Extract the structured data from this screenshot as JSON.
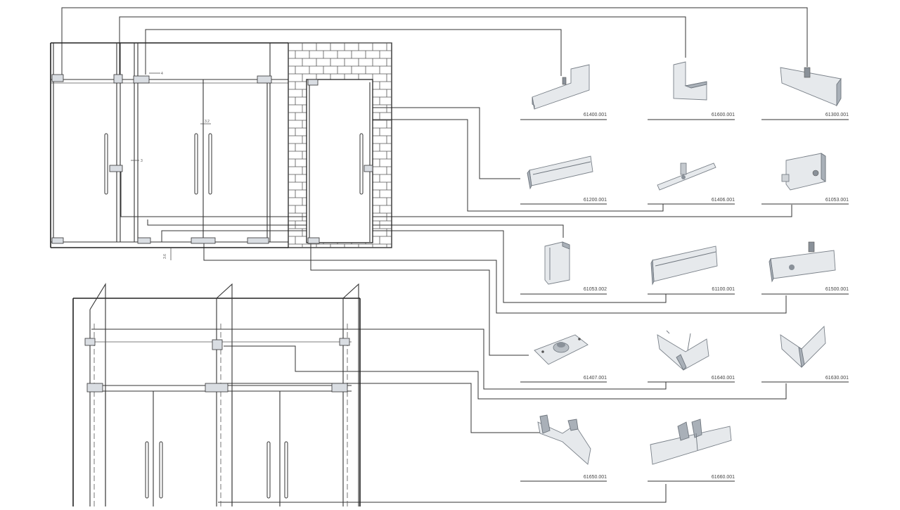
{
  "products": [
    {
      "code": "61400.001",
      "icon": "l-corner-patch-fitting-icon"
    },
    {
      "code": "61600.001",
      "icon": "l-bracket-fitting-icon"
    },
    {
      "code": "61300.001",
      "icon": "top-patch-with-pivot-icon"
    },
    {
      "code": "61200.001",
      "icon": "bottom-patch-fitting-icon"
    },
    {
      "code": "61406.001",
      "icon": "pivot-pin-plate-icon"
    },
    {
      "code": "61053.001",
      "icon": "patch-lock-icon"
    },
    {
      "code": "61053.002",
      "icon": "strike-box-icon"
    },
    {
      "code": "61100.001",
      "icon": "long-patch-fitting-icon"
    },
    {
      "code": "61500.001",
      "icon": "lock-patch-with-pivot-icon"
    },
    {
      "code": "61407.001",
      "icon": "floor-pivot-plate-icon"
    },
    {
      "code": "61640.001",
      "icon": "t-connector-icon"
    },
    {
      "code": "61630.001",
      "icon": "corner-connector-icon"
    },
    {
      "code": "61650.001",
      "icon": "over-panel-corner-icon"
    },
    {
      "code": "61660.001",
      "icon": "over-panel-double-icon"
    }
  ],
  "dimensions": {
    "d1": "4",
    "d2": "3.2",
    "d3": "3",
    "d4": "3.6"
  }
}
